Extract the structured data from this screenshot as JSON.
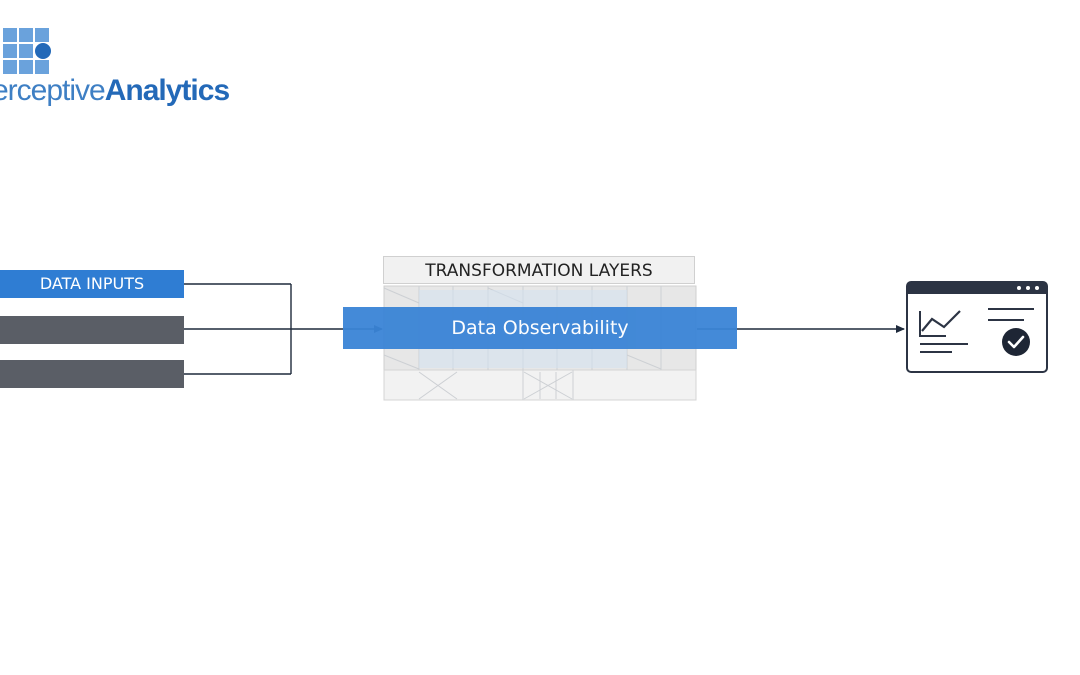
{
  "logo": {
    "text_light": "erceptive",
    "text_bold": "Analytics",
    "grid_color": "#6aa2dc",
    "light_text_color": "#3e7fc4",
    "bold_text_color": "#2369b8"
  },
  "inputs": {
    "label": "DATA INPUTS",
    "accent_color": "#2f7dd3",
    "bar_color": "#5a5e66"
  },
  "transformation": {
    "header": "TRANSFORMATION LAYERS",
    "band_label": "Data Observability",
    "band_color": "#3a84d6"
  },
  "output": {
    "icon": "analytics-dashboard-check-icon",
    "frame_color": "#2c3444",
    "check_color": "#1e2635"
  },
  "connector_color": "#1e2a3c"
}
